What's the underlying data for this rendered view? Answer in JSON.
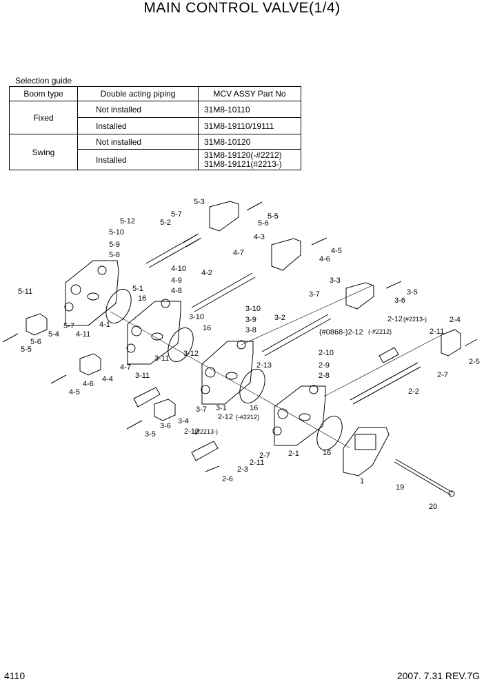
{
  "title": "MAIN CONTROL VALVE(1/4)",
  "guide": {
    "caption": "Selection guide",
    "headers": [
      "Boom type",
      "Double acting piping",
      "MCV ASSY Part No"
    ],
    "rows": [
      {
        "boom": "Fixed",
        "piping": "Not installed",
        "part": "31M8-10110"
      },
      {
        "boom": "",
        "piping": "Installed",
        "part": "31M8-19110/19111"
      },
      {
        "boom": "Swing",
        "piping": "Not installed",
        "part": "31M8-10120"
      },
      {
        "boom": "",
        "piping": "Installed",
        "part": "31M8-19120(-#2212)",
        "part2": "31M8-19121(#2213-)"
      }
    ]
  },
  "callouts": [
    "5-3",
    "5-5",
    "5-6",
    "5-7",
    "5-12",
    "5-2",
    "5-10",
    "5-9",
    "5-8",
    "4-3",
    "4-5",
    "4-6",
    "4-7",
    "4-10",
    "4-9",
    "4-8",
    "4-2",
    "5-1",
    "16",
    "5-11",
    "5-7",
    "5-4",
    "5-6",
    "5-5",
    "4-1",
    "4-11",
    "3-3",
    "3-5",
    "3-6",
    "3-7",
    "3-10",
    "3-9",
    "3-8",
    "3-10",
    "16",
    "3-2",
    "3-12",
    "3-11",
    "4-7",
    "4-4",
    "4-6",
    "4-5",
    "2-12",
    "(#2213-)",
    "2-4",
    "2-11",
    "2-5",
    "(#0868-)2-12",
    "(-#2212)",
    "2-10",
    "2-9",
    "2-8",
    "2-13",
    "2-7",
    "3-11",
    "3-1",
    "16",
    "3-7",
    "3-4",
    "3-6",
    "3-5",
    "2-12",
    "(-#2212)",
    "2-2",
    "2-12",
    "(#2213-)",
    "2-7",
    "2-11",
    "2-3",
    "2-6",
    "2-1",
    "16",
    "1",
    "19",
    "20"
  ],
  "footer": {
    "page": "4110",
    "rev": "2007. 7.31  REV.7G"
  }
}
